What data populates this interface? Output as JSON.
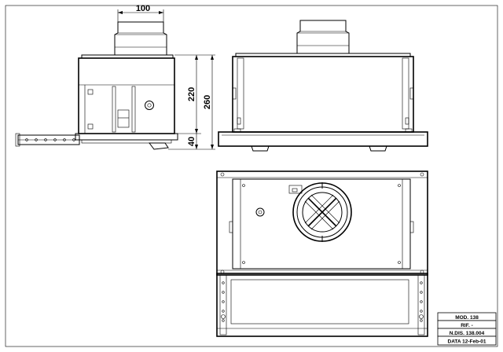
{
  "dimensions": {
    "duct_width": "100",
    "body_height": "220",
    "total_height": "260",
    "front_height": "40"
  },
  "title_block": {
    "model": "MOD. 138",
    "reference": "RIF. -",
    "drawing_number": "N.DIS. 138.004",
    "date": "DATA 12-Feb-01"
  }
}
